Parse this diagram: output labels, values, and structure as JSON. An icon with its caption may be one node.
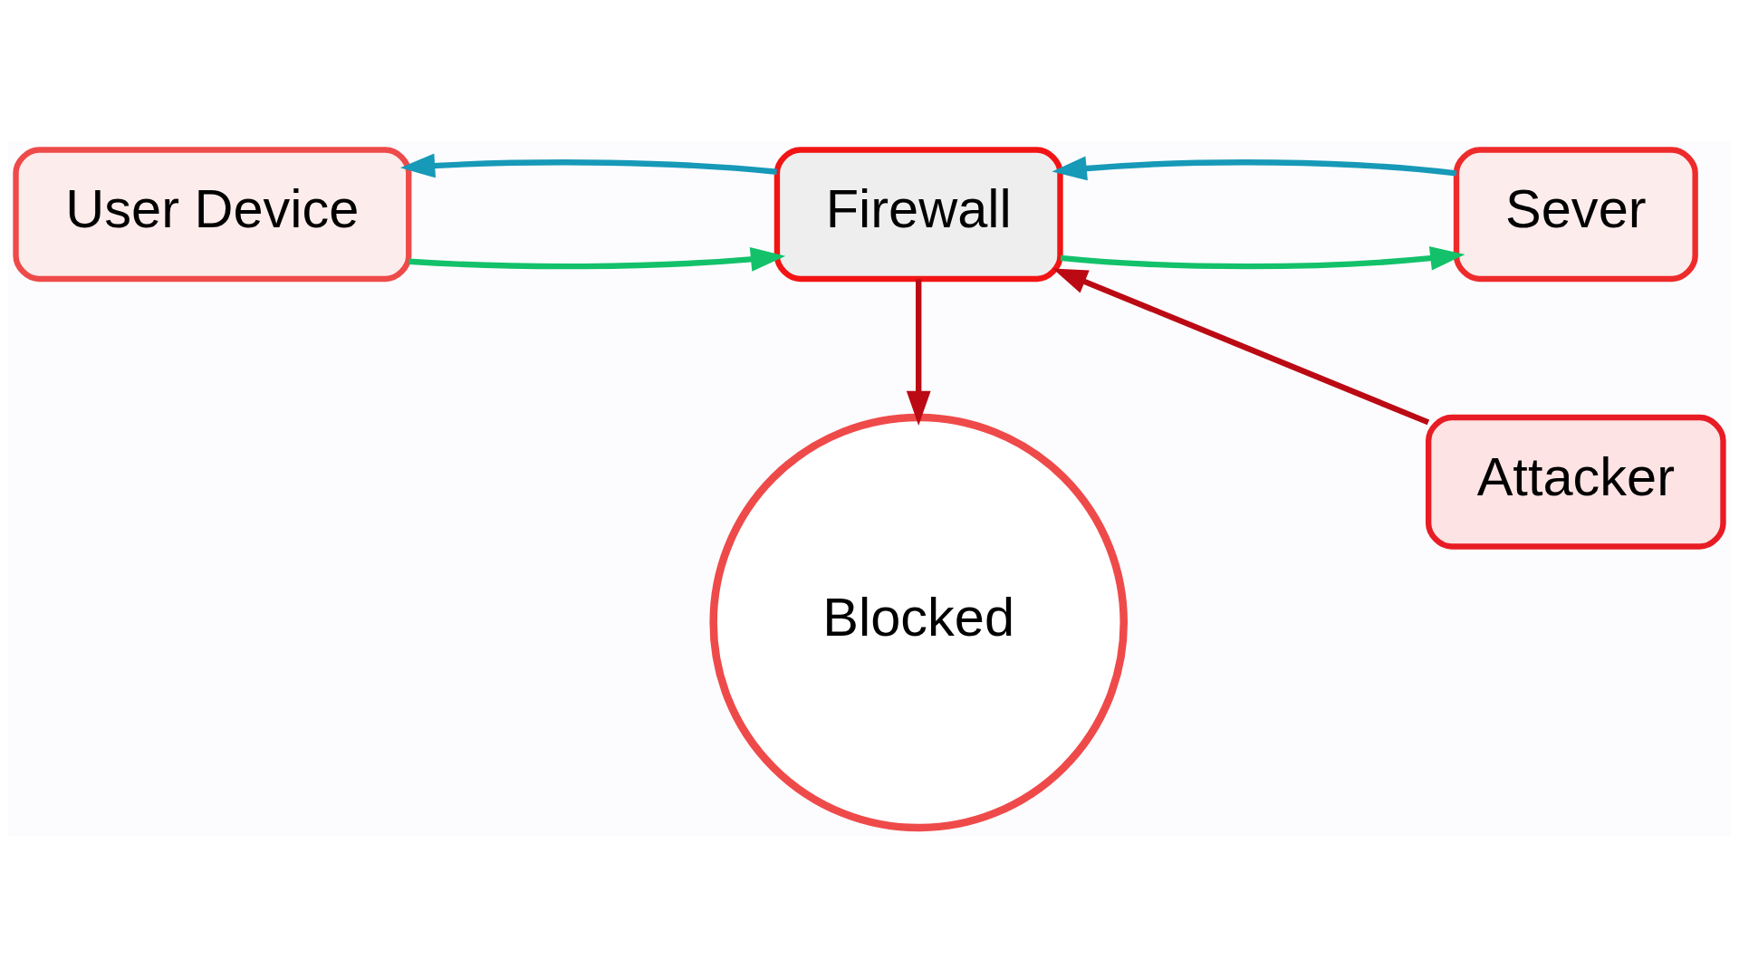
{
  "diagram": {
    "nodes": [
      {
        "text": [
          "User Device"
        ]
      },
      {
        "text": [
          "Firewall"
        ]
      },
      {
        "text": [
          "Sever"
        ]
      },
      {
        "text": [
          "Attacker"
        ]
      },
      {
        "text": [
          "Blocked"
        ]
      }
    ],
    "edges": [
      {
        "from": 0,
        "to": 1,
        "arrow": "to",
        "color": "#13c16a"
      },
      {
        "from": 1,
        "to": 0,
        "arrow": "to",
        "color": "#1799b8"
      },
      {
        "from": 1,
        "to": 2,
        "arrow": "to",
        "color": "#13c16a"
      },
      {
        "from": 2,
        "to": 1,
        "arrow": "to",
        "color": "#1799b8"
      },
      {
        "from": 3,
        "to": 1,
        "arrow": "to",
        "color": "#bb0a14"
      },
      {
        "from": 1,
        "to": 4,
        "arrow": "to",
        "color": "#bb0a14"
      }
    ]
  }
}
